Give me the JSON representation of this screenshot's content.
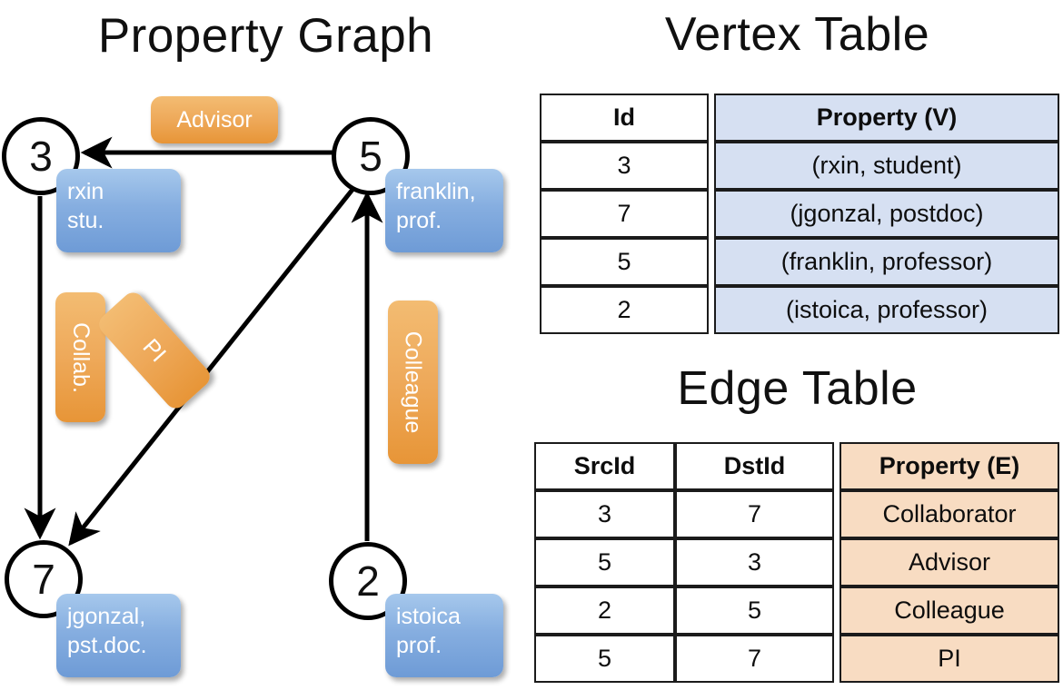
{
  "titles": {
    "property_graph": "Property Graph",
    "vertex_table": "Vertex Table",
    "edge_table": "Edge Table"
  },
  "graph": {
    "nodes": [
      {
        "id": "3",
        "label": "3",
        "property_lines": [
          "rxin",
          "stu."
        ]
      },
      {
        "id": "5",
        "label": "5",
        "property_lines": [
          "franklin,",
          "prof."
        ]
      },
      {
        "id": "7",
        "label": "7",
        "property_lines": [
          "jgonzal,",
          "pst.doc."
        ]
      },
      {
        "id": "2",
        "label": "2",
        "property_lines": [
          "istoica",
          "prof."
        ]
      }
    ],
    "node_properties": {
      "rxin_l1": "rxin",
      "rxin_l2": "stu.",
      "franklin_l1": "franklin,",
      "franklin_l2": "prof.",
      "jgonzal_l1": "jgonzal,",
      "jgonzal_l2": "pst.doc.",
      "istoica_l1": "istoica",
      "istoica_l2": "prof."
    },
    "edge_labels": {
      "advisor": "Advisor",
      "collab": "Collab.",
      "pi": "PI",
      "colleague": "Colleague"
    },
    "edges": [
      {
        "from": "5",
        "to": "3",
        "label": "Advisor"
      },
      {
        "from": "3",
        "to": "7",
        "label": "Collab."
      },
      {
        "from": "5",
        "to": "7",
        "label": "PI"
      },
      {
        "from": "2",
        "to": "5",
        "label": "Colleague"
      }
    ]
  },
  "vertex_table": {
    "headers": [
      "Id",
      "Property (V)"
    ],
    "rows": [
      {
        "id": "3",
        "property": "(rxin, student)"
      },
      {
        "id": "7",
        "property": "(jgonzal, postdoc)"
      },
      {
        "id": "5",
        "property": "(franklin, professor)"
      },
      {
        "id": "2",
        "property": "(istoica, professor)"
      }
    ]
  },
  "edge_table": {
    "headers": [
      "SrcId",
      "DstId",
      "Property (E)"
    ],
    "rows": [
      {
        "src": "3",
        "dst": "7",
        "property": "Collaborator"
      },
      {
        "src": "5",
        "dst": "3",
        "property": "Advisor"
      },
      {
        "src": "2",
        "dst": "5",
        "property": "Colleague"
      },
      {
        "src": "5",
        "dst": "7",
        "property": "PI"
      }
    ]
  },
  "colors": {
    "vertex_cell": "#d6e0f2",
    "edge_cell": "#f8dcc2",
    "node_box_blue": "#86aee0",
    "edge_box_orange": "#eea95a",
    "stroke": "#111111"
  }
}
